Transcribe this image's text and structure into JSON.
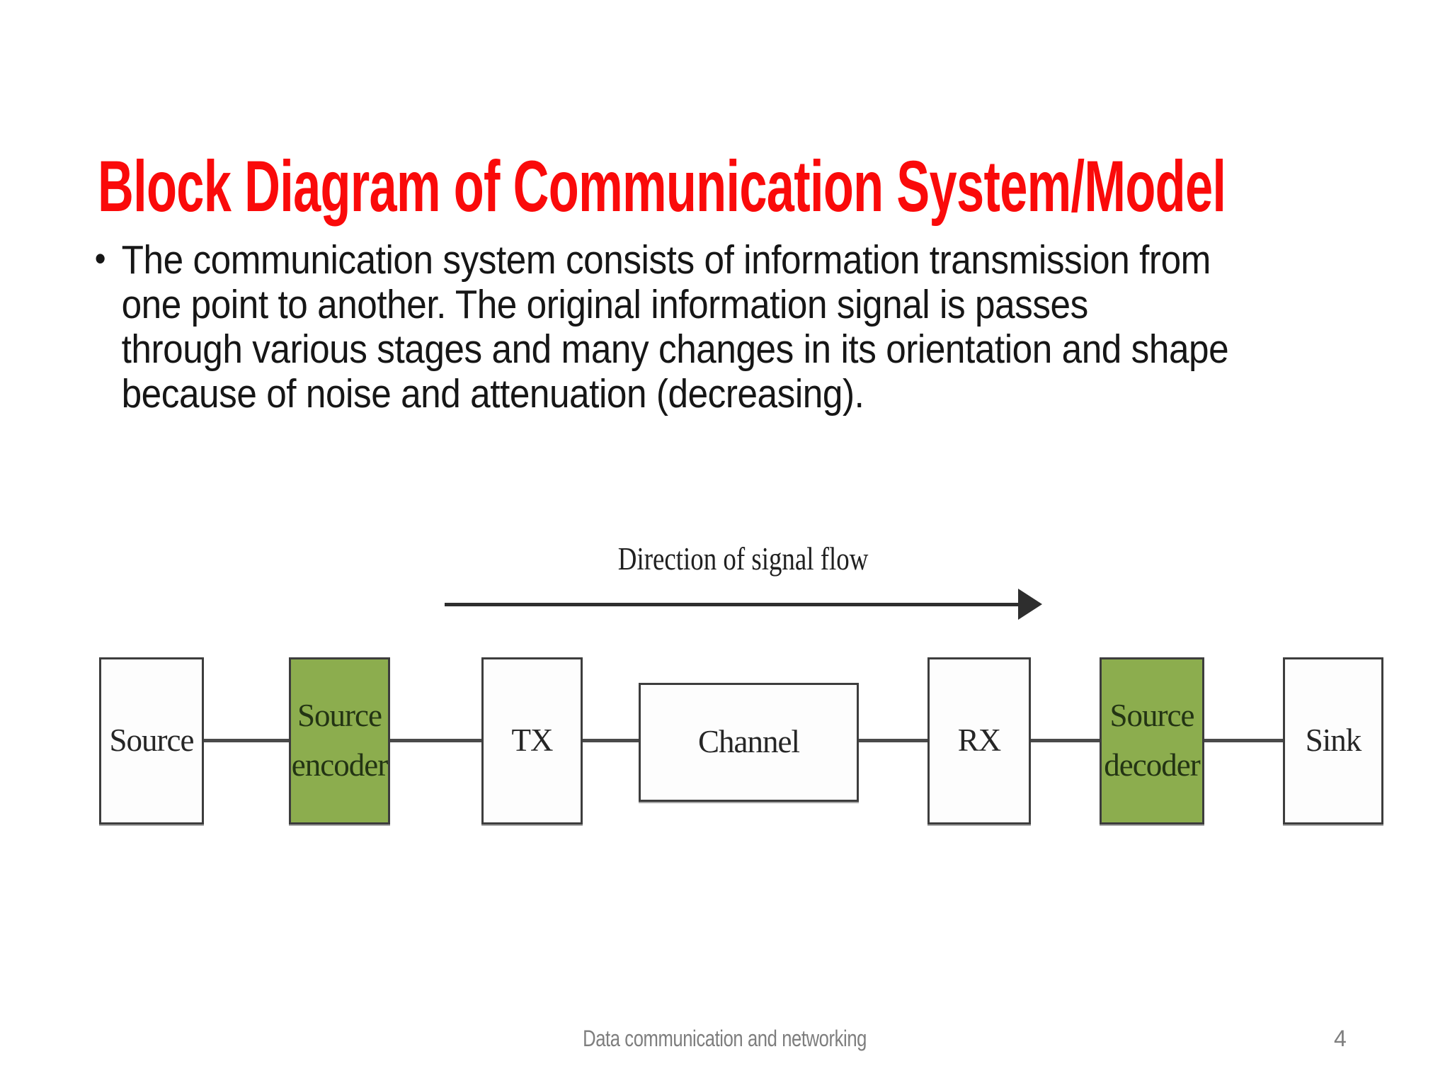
{
  "slide": {
    "title": "Block Diagram of Communication System/Model",
    "bullet": {
      "marker": "•",
      "lines": [
        "The communication system consists of information transmission from",
        "one point to another. The original information signal is passes",
        "through various stages and many changes in its orientation and shape",
        "because of noise and attenuation (decreasing)."
      ]
    },
    "footer_text": "Data communication and networking",
    "page_number": "4"
  },
  "diagram": {
    "direction_label": "Direction of signal flow",
    "boxes": [
      {
        "label": "Source",
        "variant": "white"
      },
      {
        "label": "Source encoder",
        "variant": "green"
      },
      {
        "label": "TX",
        "variant": "white"
      },
      {
        "label": "Channel",
        "variant": "white"
      },
      {
        "label": "RX",
        "variant": "white"
      },
      {
        "label": "Source decoder",
        "variant": "green"
      },
      {
        "label": "Sink",
        "variant": "white"
      }
    ]
  },
  "colors": {
    "title_red": "#fa0a0a",
    "body_text": "#161616",
    "green_fill": "#8cad4e",
    "green_text": "#233414",
    "box_border": "#3d3d3d",
    "connector_gray": "#4a4a4a",
    "arrow_black": "#2e2e2e",
    "footer_gray": "#7e7e7e",
    "background": "#ffffff"
  }
}
